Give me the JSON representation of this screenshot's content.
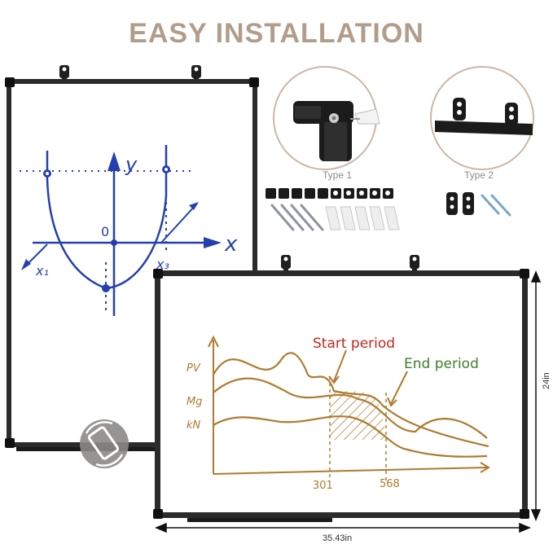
{
  "headline": "EASY INSTALLATION",
  "type1_label": "Type 1",
  "type2_label": "Type 2",
  "width_dim": "35.43in",
  "height_dim": "24in",
  "graph_labels": {
    "start": "Start period",
    "end": "End period",
    "pv": "PV",
    "mg": "Mg",
    "kn": "kN",
    "tick1": "301",
    "tick2": "568"
  },
  "math_labels": {
    "y": "y",
    "x": "x",
    "origin": "0",
    "x1": "x₁",
    "x3": "x₃"
  },
  "colors": {
    "headline": "#b29d8a",
    "frame": "#2b2b2b",
    "blue_ink": "#2440b0",
    "brown_ink": "#b07a2e",
    "red_ink": "#c0281e",
    "green_ink": "#3e7d2a",
    "circle_border": "#c9b7a6"
  },
  "icons": [
    "rotate-icon",
    "screw-icon",
    "anchor-icon",
    "bracket-icon"
  ]
}
